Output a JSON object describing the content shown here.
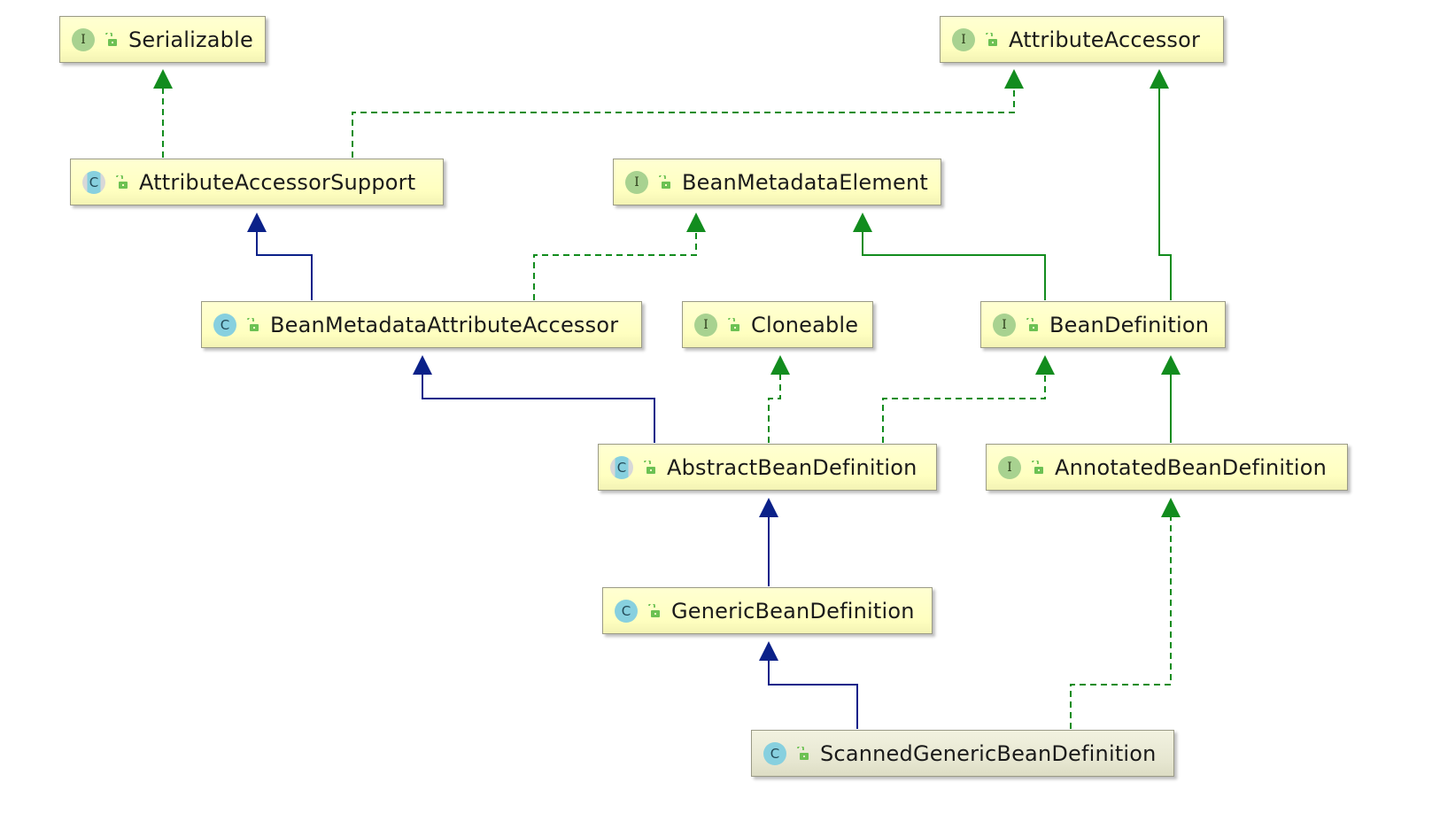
{
  "diagram": {
    "nodes": [
      {
        "id": "serializable",
        "kind": "interface",
        "badge": "I",
        "label": "Serializable"
      },
      {
        "id": "attribute-accessor",
        "kind": "interface",
        "badge": "I",
        "label": "AttributeAccessor"
      },
      {
        "id": "attribute-accessor-support",
        "kind": "abstract-class",
        "badge": "C",
        "label": "AttributeAccessorSupport"
      },
      {
        "id": "bean-metadata-element",
        "kind": "interface",
        "badge": "I",
        "label": "BeanMetadataElement"
      },
      {
        "id": "bean-metadata-attribute-accessor",
        "kind": "class",
        "badge": "C",
        "label": "BeanMetadataAttributeAccessor"
      },
      {
        "id": "cloneable",
        "kind": "interface",
        "badge": "I",
        "label": "Cloneable"
      },
      {
        "id": "bean-definition",
        "kind": "interface",
        "badge": "I",
        "label": "BeanDefinition"
      },
      {
        "id": "abstract-bean-definition",
        "kind": "abstract-class",
        "badge": "C",
        "label": "AbstractBeanDefinition"
      },
      {
        "id": "annotated-bean-definition",
        "kind": "interface",
        "badge": "I",
        "label": "AnnotatedBeanDefinition"
      },
      {
        "id": "generic-bean-definition",
        "kind": "class",
        "badge": "C",
        "label": "GenericBeanDefinition"
      },
      {
        "id": "scanned-generic-bean-definition",
        "kind": "class",
        "badge": "C",
        "label": "ScannedGenericBeanDefinition",
        "selected": true
      }
    ],
    "relations": [
      {
        "from": "attribute-accessor-support",
        "to": "serializable",
        "type": "implements"
      },
      {
        "from": "attribute-accessor-support",
        "to": "attribute-accessor",
        "type": "implements"
      },
      {
        "from": "bean-metadata-attribute-accessor",
        "to": "attribute-accessor-support",
        "type": "extends"
      },
      {
        "from": "bean-metadata-attribute-accessor",
        "to": "bean-metadata-element",
        "type": "implements"
      },
      {
        "from": "bean-definition",
        "to": "bean-metadata-element",
        "type": "extends-interface"
      },
      {
        "from": "bean-definition",
        "to": "attribute-accessor",
        "type": "extends-interface"
      },
      {
        "from": "abstract-bean-definition",
        "to": "bean-metadata-attribute-accessor",
        "type": "extends"
      },
      {
        "from": "abstract-bean-definition",
        "to": "cloneable",
        "type": "implements"
      },
      {
        "from": "abstract-bean-definition",
        "to": "bean-definition",
        "type": "implements"
      },
      {
        "from": "annotated-bean-definition",
        "to": "bean-definition",
        "type": "extends-interface"
      },
      {
        "from": "generic-bean-definition",
        "to": "abstract-bean-definition",
        "type": "extends"
      },
      {
        "from": "scanned-generic-bean-definition",
        "to": "generic-bean-definition",
        "type": "extends"
      },
      {
        "from": "scanned-generic-bean-definition",
        "to": "annotated-bean-definition",
        "type": "implements"
      }
    ],
    "colors": {
      "class_extends": "#0b2189",
      "interface_relation": "#128c1e",
      "node_fill": "#ffffc6",
      "node_border": "#9a9a86",
      "interface_badge": "#a8d290",
      "class_badge": "#87d0df",
      "lock_icon": "#6cc153"
    }
  }
}
